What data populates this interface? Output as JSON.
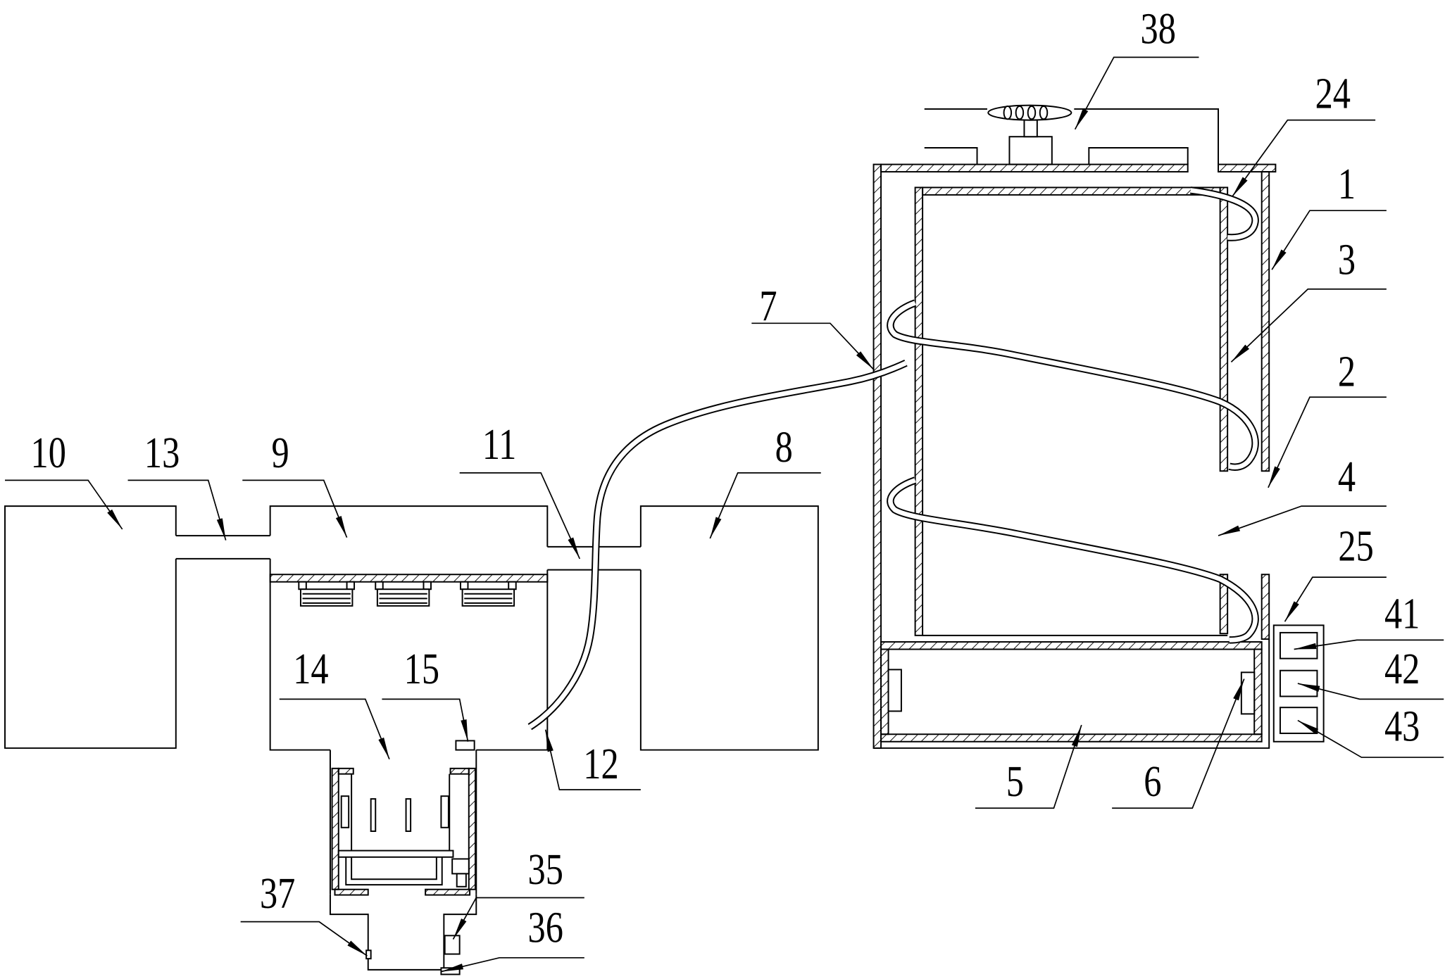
{
  "callouts": {
    "c38": "38",
    "c24": "24",
    "c1": "1",
    "c3": "3",
    "c2": "2",
    "c4": "4",
    "c25": "25",
    "c41": "41",
    "c42": "42",
    "c43": "43",
    "c7": "7",
    "c10": "10",
    "c13": "13",
    "c9": "9",
    "c11": "11",
    "c8": "8",
    "c14": "14",
    "c15": "15",
    "c12": "12",
    "c5": "5",
    "c6": "6",
    "c37": "37",
    "c35": "35",
    "c36": "36"
  }
}
